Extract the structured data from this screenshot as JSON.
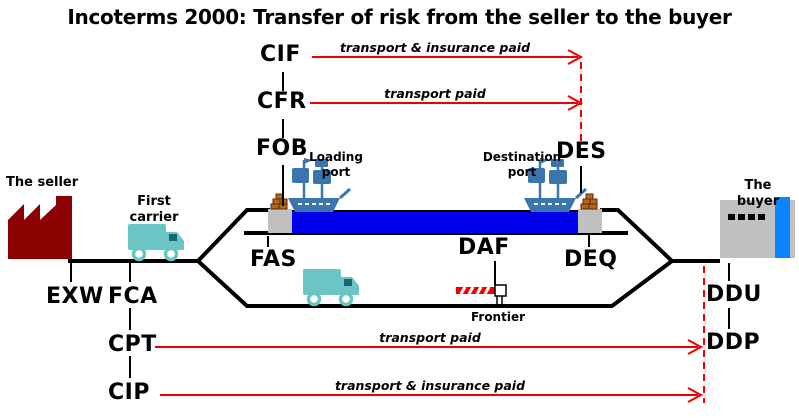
{
  "title": "Incoterms 2000: Transfer of risk from the seller to the buyer",
  "incoterms": {
    "cif": "CIF",
    "cfr": "CFR",
    "fob": "FOB",
    "fas": "FAS",
    "exw": "EXW",
    "fca": "FCA",
    "cpt": "CPT",
    "cip": "CIP",
    "daf": "DAF",
    "des": "DES",
    "deq": "DEQ",
    "ddu": "DDU",
    "ddp": "DDP"
  },
  "annotations": {
    "seller": "The seller",
    "buyer": "The buyer",
    "first_carrier": "First carrier",
    "loading_port": "Loading port",
    "destination_port": "Destination port",
    "frontier": "Frontier"
  },
  "arrow_labels": {
    "cif": "transport & insurance paid",
    "cfr": "transport paid",
    "cpt": "transport paid",
    "cip": "transport & insurance paid"
  },
  "colors": {
    "arrow_red": "#ee0000",
    "water_blue": "#0000ee",
    "factory_red": "#8b0000",
    "truck_teal": "#6cc5c5",
    "truck_window": "#14686e",
    "ship_blue": "#3a76ad",
    "dock_gray": "#c0c0c0",
    "buyer_gray": "#c0c0c0",
    "buyer_door_blue": "#0a84ff",
    "brick_brown": "#b5651d"
  }
}
